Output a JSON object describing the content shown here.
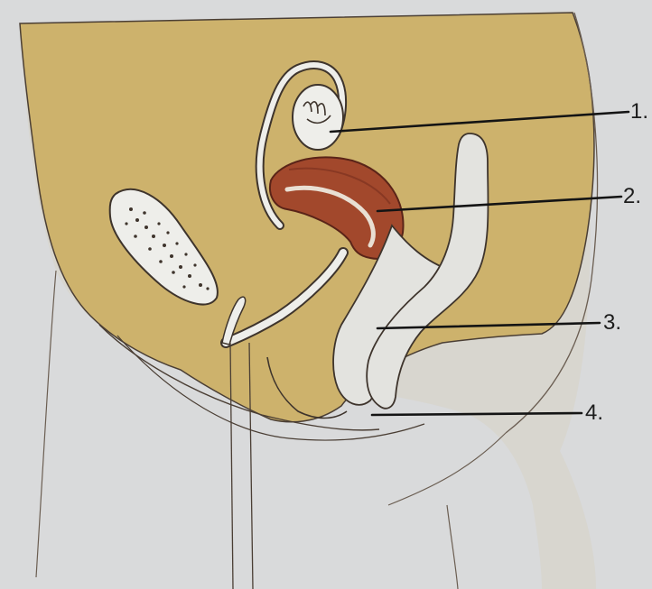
{
  "figure": {
    "colors": {
      "paper": "#d4d6d8",
      "tissue": "#cdb26c",
      "cavity": "#e3e3df",
      "uterus": "#a2482c",
      "outline": "#4a3e34",
      "leader": "#141414"
    },
    "labels": [
      {
        "id": "1",
        "text": "1."
      },
      {
        "id": "2",
        "text": "2."
      },
      {
        "id": "3",
        "text": "3."
      },
      {
        "id": "4",
        "text": "4."
      }
    ]
  }
}
